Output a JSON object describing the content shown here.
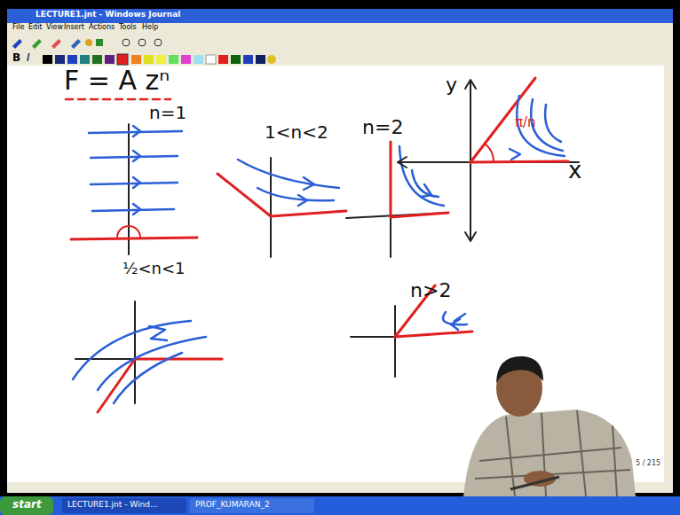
{
  "diagram": {
    "labels": [
      "LECTURE1.jnt - Windows Journal",
      "File",
      "Edit",
      "View",
      "Insert",
      "Actions",
      "Tools",
      "Help",
      "B",
      "I",
      "F = A zⁿ",
      "n=1",
      "1<n<2",
      "n=2",
      "y",
      "x",
      "π/n",
      "½<n<1",
      "n>2",
      "5 / 215",
      "start",
      "LECTURE1.jnt - Wind...",
      "PROF_KUMARAN_2"
    ]
  }
}
